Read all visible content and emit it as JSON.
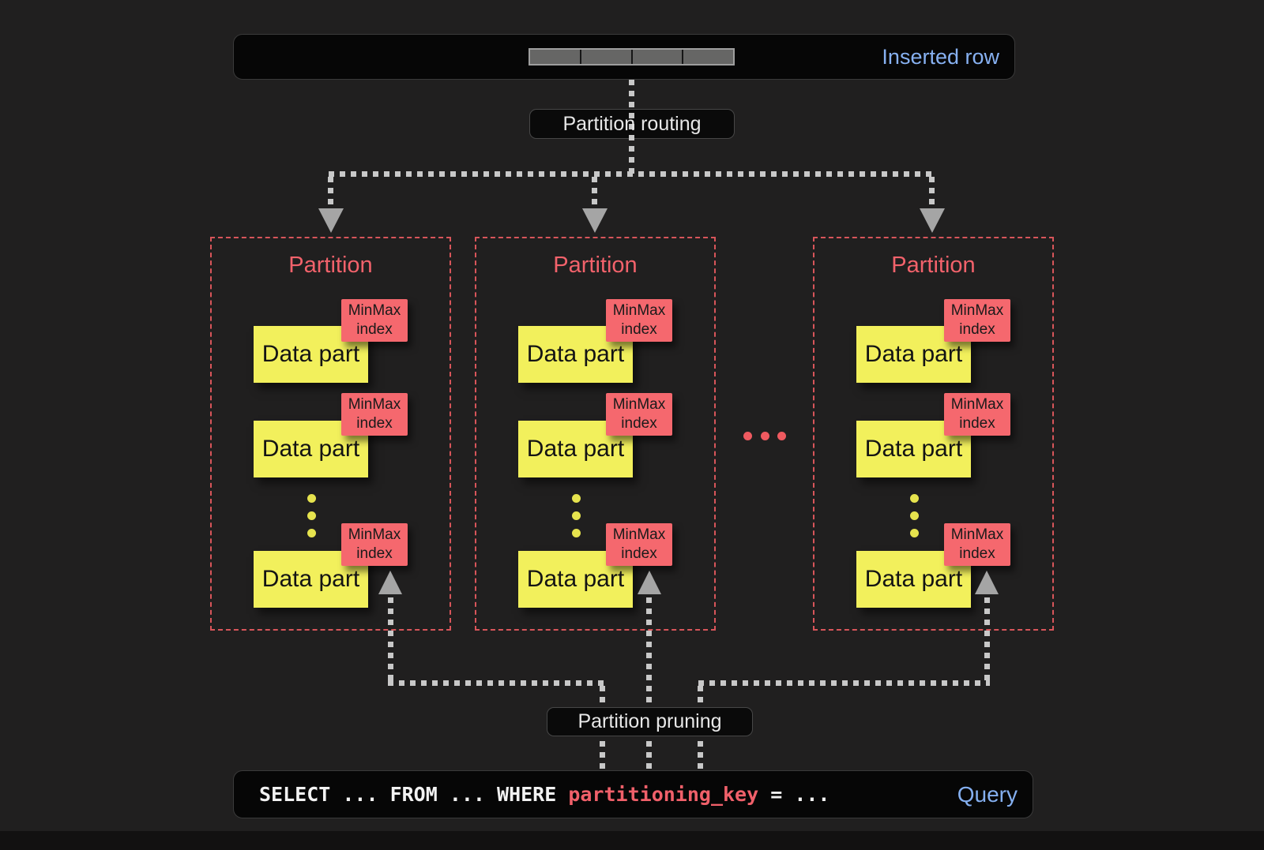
{
  "colors": {
    "background": "#201f1f",
    "bar_background": "#060606",
    "accent_blue": "#87b1f2",
    "partition_red": "#f2626b",
    "tag_red": "#f5686e",
    "data_part_yellow": "#f2f05c",
    "connector_gray": "#c8c8c8",
    "arrow_gray": "#a5a5a5"
  },
  "inserted_row": {
    "label": "Inserted row",
    "segment_count": 4
  },
  "flow": {
    "routing_label": "Partition routing",
    "pruning_label": "Partition pruning"
  },
  "partitions": [
    {
      "title": "Partition",
      "parts": [
        {
          "label": "Data part",
          "tag": "MinMax index"
        },
        {
          "label": "Data part",
          "tag": "MinMax index"
        },
        {
          "label": "Data part",
          "tag": "MinMax index"
        }
      ]
    },
    {
      "title": "Partition",
      "parts": [
        {
          "label": "Data part",
          "tag": "MinMax index"
        },
        {
          "label": "Data part",
          "tag": "MinMax index"
        },
        {
          "label": "Data part",
          "tag": "MinMax index"
        }
      ]
    },
    {
      "title": "Partition",
      "parts": [
        {
          "label": "Data part",
          "tag": "MinMax index"
        },
        {
          "label": "Data part",
          "tag": "MinMax index"
        },
        {
          "label": "Data part",
          "tag": "MinMax index"
        }
      ]
    }
  ],
  "ellipsis_between_partitions": "...",
  "query": {
    "code_prefix": "SELECT ... FROM ... WHERE ",
    "code_highlight": "partitioning_key",
    "code_suffix": " = ...",
    "label": "Query"
  }
}
